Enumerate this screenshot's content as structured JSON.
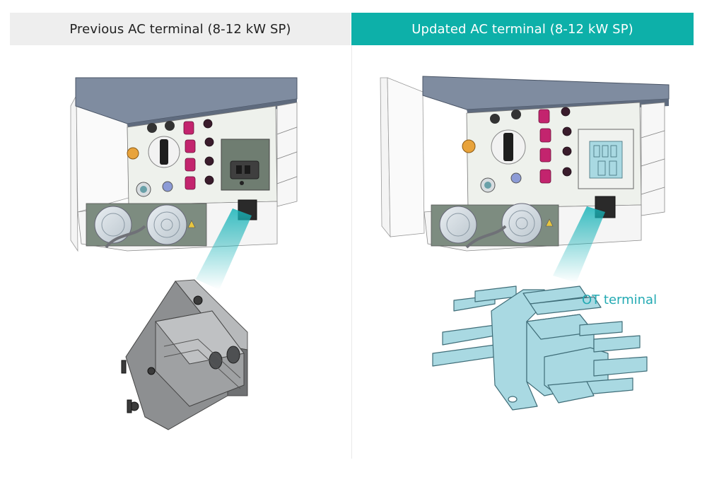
{
  "left_panel": {
    "title": "Previous AC terminal (8-12 kW SP)"
  },
  "right_panel": {
    "title": "Updated AC terminal (8-12 kW SP)"
  },
  "callout": {
    "label": "OT terminal"
  },
  "colors": {
    "header_left_bg": "#eeeeee",
    "header_right_bg": "#0db0a9",
    "callout_text": "#23aab3",
    "inverter_top": "#7f8ca0",
    "terminal_old": "#8d8f91",
    "terminal_new": "#a9d9e2",
    "connector_magenta": "#c3246e"
  }
}
